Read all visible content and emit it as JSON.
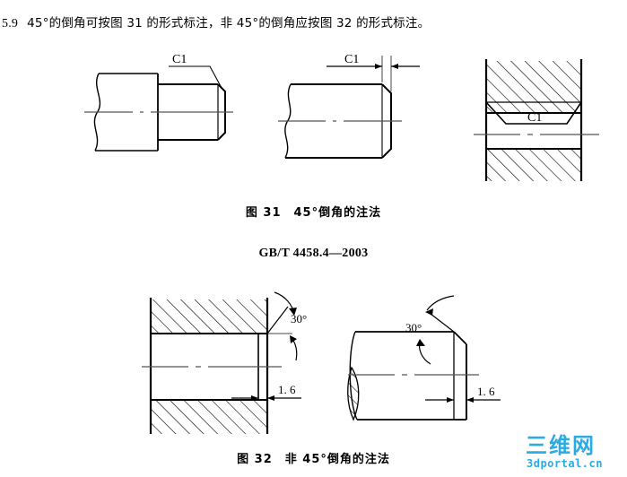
{
  "document": {
    "standard_number": "GB/T 4458.4—2003",
    "clause": {
      "number": "5.9",
      "text": "45°的倒角可按图 31 的形式标注，非 45°的倒角应按图 32 的形式标注。"
    }
  },
  "figures": [
    {
      "id": "fig-31",
      "caption_label": "图 31",
      "caption_title": "45°倒角的注法",
      "drawings": [
        {
          "id": "fig31a",
          "name": "stepped-shaft-external-chamfer",
          "annotation": "C1",
          "description": "阶梯轴右端45°倒角，引出线标注"
        },
        {
          "id": "fig31b",
          "name": "cylinder-chamfer-dimension",
          "annotation": "C1",
          "description": "圆柱体右端倒角，尺寸线标注"
        },
        {
          "id": "fig31c",
          "name": "bore-internal-chamfer",
          "annotation": "C1",
          "description": "剖视孔口内倒角，引出线标注"
        }
      ]
    },
    {
      "id": "fig-32",
      "caption_label": "图 32",
      "caption_title": "非 45°倒角的注法",
      "drawings": [
        {
          "id": "fig32a",
          "name": "bore-non45-chamfer",
          "angle": "30°",
          "length": "1. 6",
          "description": "剖视孔口非45°倒角，角度与长度分别标注"
        },
        {
          "id": "fig32b",
          "name": "shaft-non45-chamfer",
          "angle": "30°",
          "length": "1. 6",
          "description": "轴端非45°倒角，角度与长度分别标注"
        }
      ]
    }
  ],
  "watermark": {
    "name": "site-logo",
    "chinese": "三维网",
    "latin": "3dportal.cn",
    "color": "#2BABE2"
  }
}
